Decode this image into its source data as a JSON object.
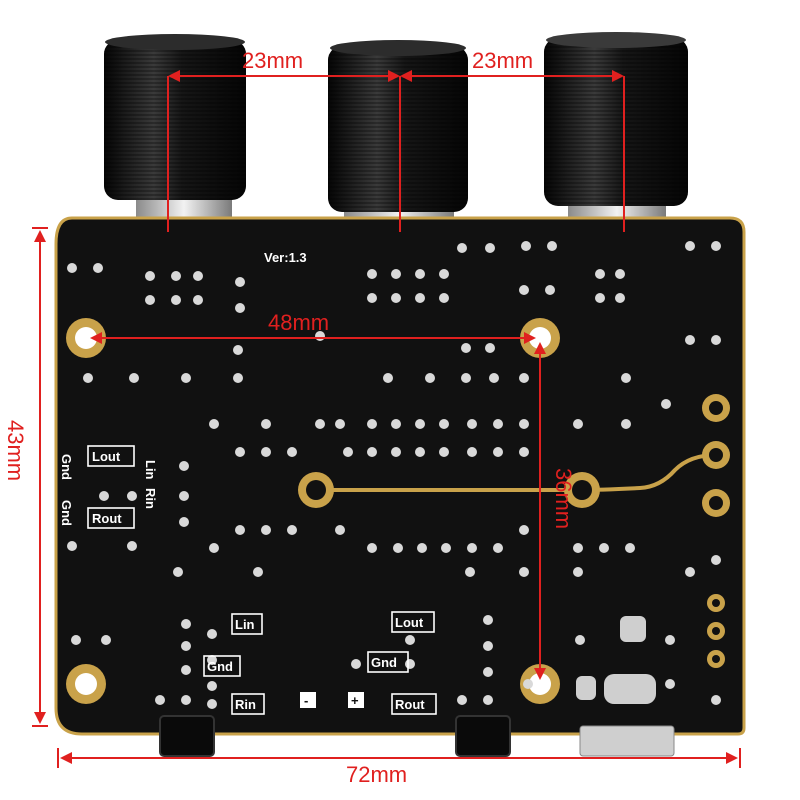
{
  "board": {
    "version_label": "Ver:1.3",
    "left_header_labels": {
      "gnd_top": "Gnd",
      "lout": "Lout",
      "lin": "Lin",
      "rin": "Rin",
      "gnd_bottom": "Gnd",
      "rout": "Rout"
    },
    "left_jack_labels": {
      "lin": "Lin",
      "gnd": "Gnd",
      "rin": "Rin"
    },
    "right_jack_labels": {
      "lout": "Lout",
      "gnd": "Gnd",
      "rout": "Rout"
    },
    "power_labels": {
      "minus": "-",
      "plus": "+"
    }
  },
  "dimensions": {
    "knob_spacing_left": "23mm",
    "knob_spacing_right": "23mm",
    "hole_spacing_horizontal": "48mm",
    "hole_spacing_vertical": "36mm",
    "board_height": "43mm",
    "board_width": "72mm"
  },
  "colors": {
    "pcb": "#111111",
    "pad_gold": "#c9a24a",
    "dimension_red": "#e0201f",
    "knob_black": "#1b1b1b",
    "silkscreen": "#ffffff"
  }
}
